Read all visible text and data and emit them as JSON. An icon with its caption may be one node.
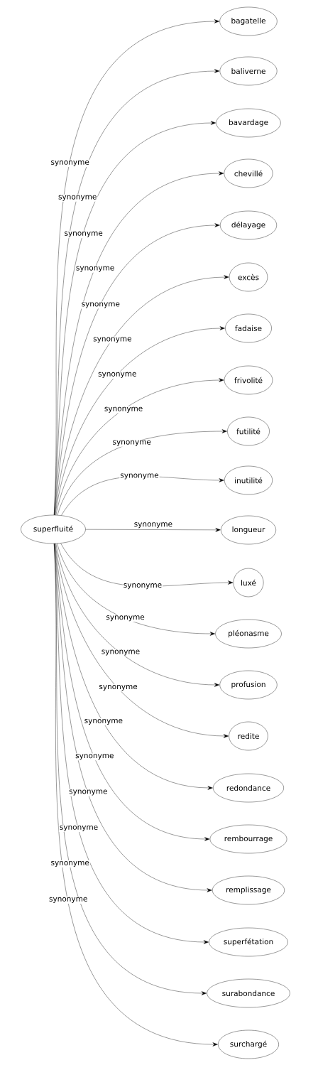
{
  "diagram": {
    "nodes": [
      {
        "text": [
          "superfluité"
        ]
      },
      {
        "text": [
          "bagatelle"
        ]
      },
      {
        "text": [
          "baliverne"
        ]
      },
      {
        "text": [
          "bavardage"
        ]
      },
      {
        "text": [
          "chevillé"
        ]
      },
      {
        "text": [
          "délayage"
        ]
      },
      {
        "text": [
          "excès"
        ]
      },
      {
        "text": [
          "fadaise"
        ]
      },
      {
        "text": [
          "frivolité"
        ]
      },
      {
        "text": [
          "futilité"
        ]
      },
      {
        "text": [
          "inutilité"
        ]
      },
      {
        "text": [
          "longueur"
        ]
      },
      {
        "text": [
          "luxé"
        ]
      },
      {
        "text": [
          "pléonasme"
        ]
      },
      {
        "text": [
          "profusion"
        ]
      },
      {
        "text": [
          "redite"
        ]
      },
      {
        "text": [
          "redondance"
        ]
      },
      {
        "text": [
          "rembourrage"
        ]
      },
      {
        "text": [
          "remplissage"
        ]
      },
      {
        "text": [
          "superfétation"
        ]
      },
      {
        "text": [
          "surabondance"
        ]
      },
      {
        "text": [
          "surchargé"
        ]
      }
    ],
    "edges": [
      {
        "from": 0,
        "to": 1,
        "arrow": "to",
        "label": "synonyme"
      },
      {
        "from": 0,
        "to": 2,
        "arrow": "to",
        "label": "synonyme"
      },
      {
        "from": 0,
        "to": 3,
        "arrow": "to",
        "label": "synonyme"
      },
      {
        "from": 0,
        "to": 4,
        "arrow": "to",
        "label": "synonyme"
      },
      {
        "from": 0,
        "to": 5,
        "arrow": "to",
        "label": "synonyme"
      },
      {
        "from": 0,
        "to": 6,
        "arrow": "to",
        "label": "synonyme"
      },
      {
        "from": 0,
        "to": 7,
        "arrow": "to",
        "label": "synonyme"
      },
      {
        "from": 0,
        "to": 8,
        "arrow": "to",
        "label": "synonyme"
      },
      {
        "from": 0,
        "to": 9,
        "arrow": "to",
        "label": "synonyme"
      },
      {
        "from": 0,
        "to": 10,
        "arrow": "to",
        "label": "synonyme"
      },
      {
        "from": 0,
        "to": 11,
        "arrow": "to",
        "label": "synonyme"
      },
      {
        "from": 0,
        "to": 12,
        "arrow": "to",
        "label": "synonyme"
      },
      {
        "from": 0,
        "to": 13,
        "arrow": "to",
        "label": "synonyme"
      },
      {
        "from": 0,
        "to": 14,
        "arrow": "to",
        "label": "synonyme"
      },
      {
        "from": 0,
        "to": 15,
        "arrow": "to",
        "label": "synonyme"
      },
      {
        "from": 0,
        "to": 16,
        "arrow": "to",
        "label": "synonyme"
      },
      {
        "from": 0,
        "to": 17,
        "arrow": "to",
        "label": "synonyme"
      },
      {
        "from": 0,
        "to": 18,
        "arrow": "to",
        "label": "synonyme"
      },
      {
        "from": 0,
        "to": 19,
        "arrow": "to",
        "label": "synonyme"
      },
      {
        "from": 0,
        "to": 20,
        "arrow": "to",
        "label": "synonyme"
      },
      {
        "from": 0,
        "to": 21,
        "arrow": "to",
        "label": "synonyme"
      }
    ]
  }
}
